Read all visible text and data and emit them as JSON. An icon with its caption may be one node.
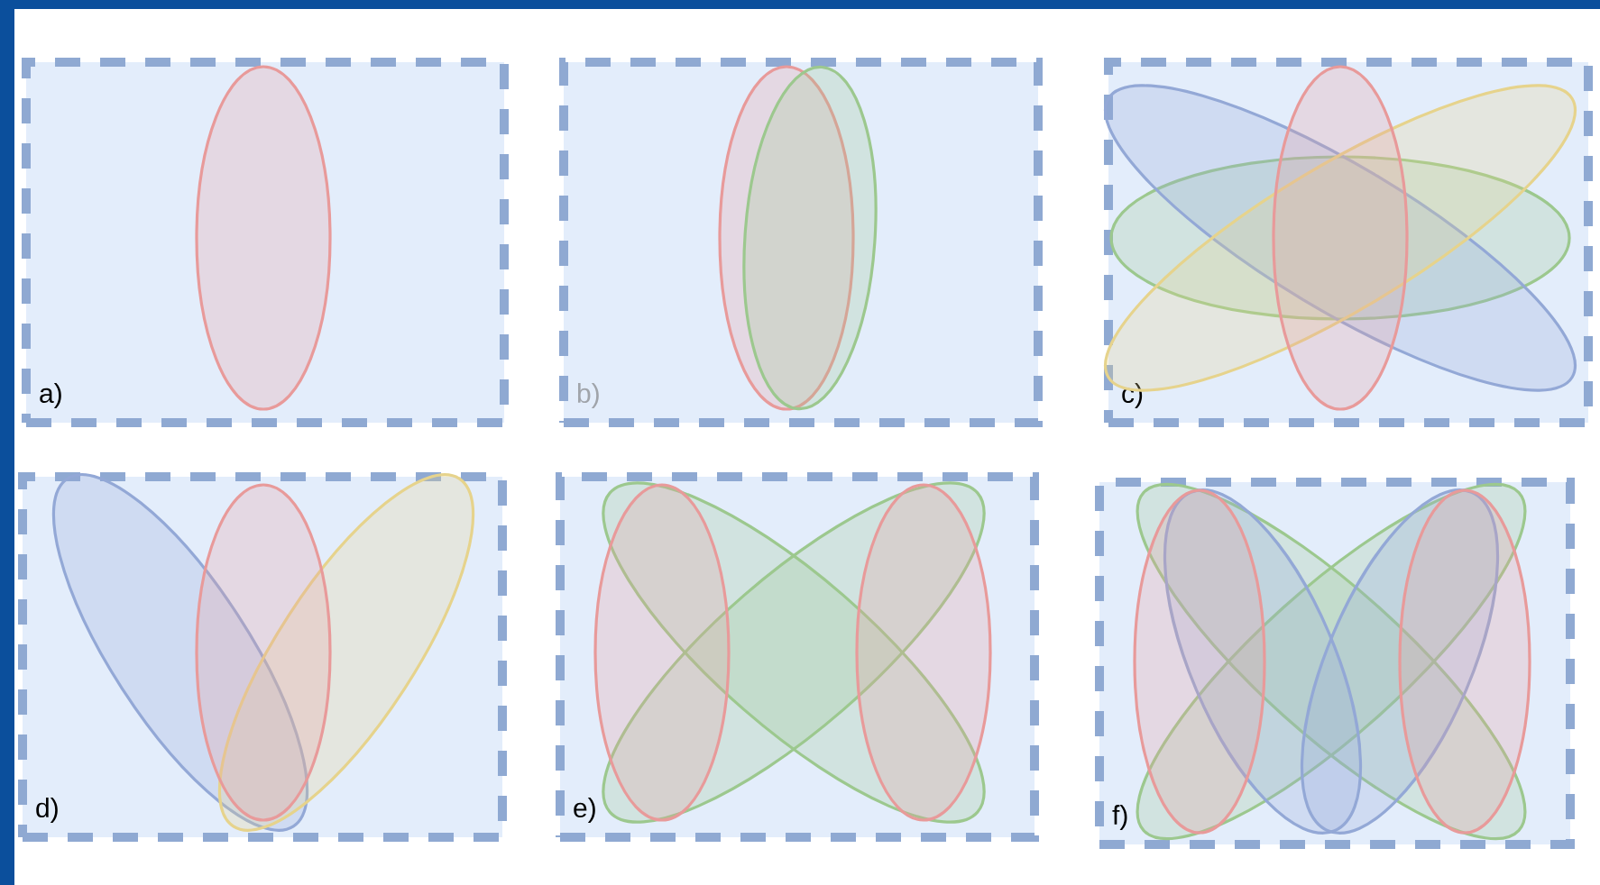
{
  "diagram": {
    "nodes": [
      {
        "text": [
          "a)"
        ]
      },
      {
        "text": [
          "b)"
        ]
      },
      {
        "text": [
          "c)"
        ]
      },
      {
        "text": [
          "d)"
        ]
      },
      {
        "text": [
          "e)"
        ]
      },
      {
        "text": [
          "f)"
        ]
      }
    ]
  }
}
